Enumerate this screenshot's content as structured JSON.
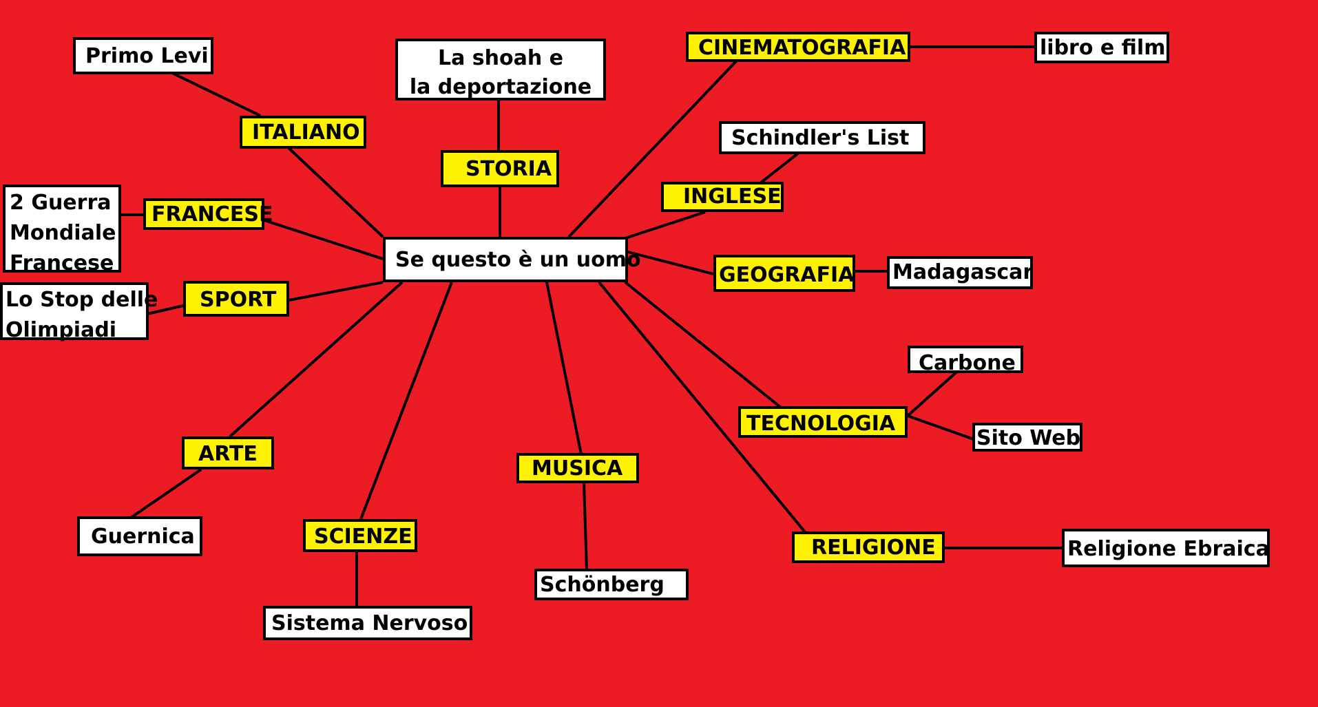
{
  "colors": {
    "background": "#ED1C24",
    "subject_fill": "#FFF200",
    "topic_fill": "#FFFFFF",
    "line": "#000000"
  },
  "center": "Se questo è un uomo",
  "subjects": {
    "storia": "STORIA",
    "italiano": "ITALIANO",
    "francese": "FRANCESE",
    "sport": "SPORT",
    "arte": "ARTE",
    "scienze": "SCIENZE",
    "musica": "MUSICA",
    "religione": "RELIGIONE",
    "tecnologia": "TECNOLOGIA",
    "geografia": "GEOGRAFIA",
    "inglese": "INGLESE",
    "cinematografia": "CINEMATOGRAFIA"
  },
  "topics": {
    "storia": [
      "La shoah e",
      "la deportazione"
    ],
    "italiano": "Primo Levi",
    "francese": [
      "2 Guerra",
      "Mondiale",
      "Francese"
    ],
    "sport": [
      "Lo Stop delle",
      "Olimpiadi"
    ],
    "arte": "Guernica",
    "scienze": "Sistema Nervoso",
    "musica": "Schönberg",
    "religione": "Religione Ebraica",
    "tecnologia_1": "Carbone",
    "tecnologia_2": "Sito Web",
    "geografia": "Madagascar",
    "inglese": "Schindler's List",
    "cinematografia": "libro e film"
  }
}
